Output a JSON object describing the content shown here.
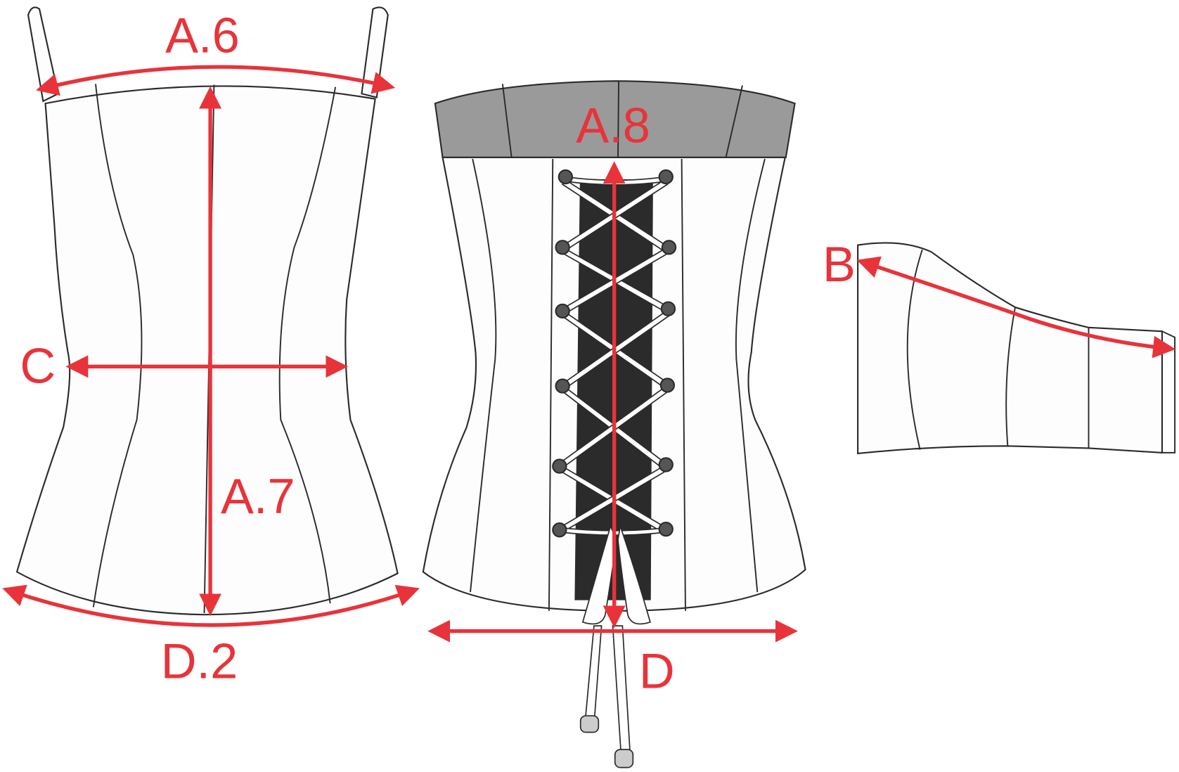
{
  "diagram": {
    "labels": {
      "a6": "A.6",
      "a7": "A.7",
      "c": "C",
      "d2": "D.2",
      "a8": "A.8",
      "d": "D",
      "b": "B"
    },
    "colors": {
      "measure": "#e8333a",
      "band": "#9a9a9a",
      "outline": "#2b2b2b"
    }
  }
}
